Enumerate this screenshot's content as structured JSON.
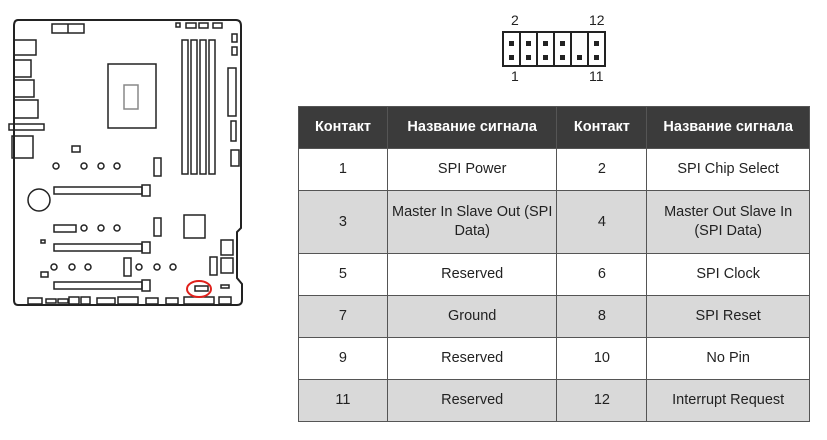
{
  "header": {
    "pin_labels": {
      "top_left": "2",
      "top_right": "12",
      "bottom_left": "1",
      "bottom_right": "11"
    }
  },
  "table": {
    "columns": [
      "Контакт",
      "Название сигнала",
      "Контакт",
      "Название сигнала"
    ],
    "rows": [
      {
        "pin_a": "1",
        "signal_a": "SPI Power",
        "pin_b": "2",
        "signal_b": "SPI Chip Select"
      },
      {
        "pin_a": "3",
        "signal_a": "Master In Slave Out (SPI Data)",
        "pin_b": "4",
        "signal_b": "Master Out Slave In (SPI Data)"
      },
      {
        "pin_a": "5",
        "signal_a": "Reserved",
        "pin_b": "6",
        "signal_b": "SPI Clock"
      },
      {
        "pin_a": "7",
        "signal_a": "Ground",
        "pin_b": "8",
        "signal_b": "SPI Reset"
      },
      {
        "pin_a": "9",
        "signal_a": "Reserved",
        "pin_b": "10",
        "signal_b": "No Pin"
      },
      {
        "pin_a": "11",
        "signal_a": "Reserved",
        "pin_b": "12",
        "signal_b": "Interrupt Request"
      }
    ]
  },
  "colors": {
    "header_bg": "#3b3b3b",
    "stripe": "#d9d9d9",
    "highlight": "#e0201b"
  }
}
